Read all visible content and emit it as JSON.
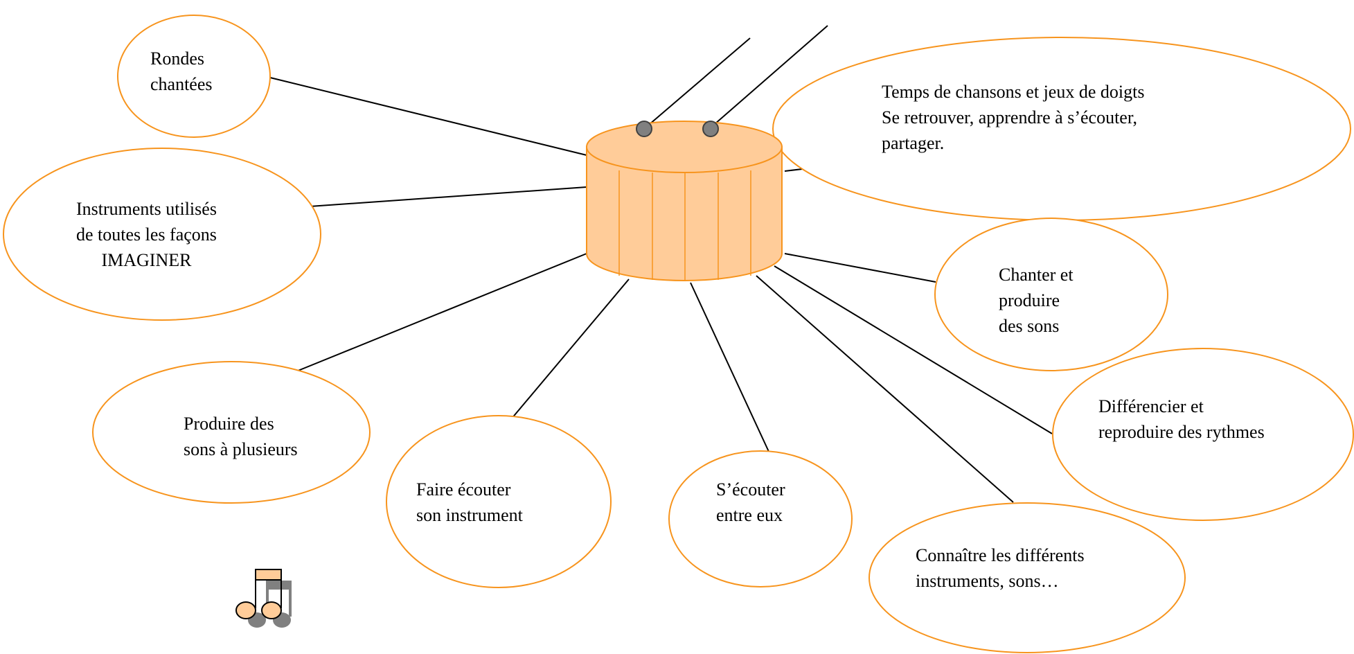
{
  "colors": {
    "outline": "#F7941D",
    "drum_fill": "#FFCC99",
    "drum_outline": "#F7941D",
    "connector": "#000000",
    "knob": "#808080",
    "note_fill": "#FFCC99",
    "note_shadow": "#808080"
  },
  "center": {
    "icon": "drum-icon"
  },
  "bubbles": [
    {
      "id": "rondes",
      "lines": [
        "Rondes",
        "chantées"
      ]
    },
    {
      "id": "instruments",
      "lines": [
        "Instruments utilisés",
        "de toutes les façons",
        "IMAGINER"
      ]
    },
    {
      "id": "temps",
      "lines": [
        "Temps de chansons et jeux de doigts",
        "Se retrouver, apprendre à s’écouter,",
        "partager."
      ]
    },
    {
      "id": "chanter",
      "lines": [
        "Chanter et",
        "produire",
        "des sons"
      ]
    },
    {
      "id": "differencier",
      "lines": [
        "Différencier et",
        "reproduire des rythmes"
      ]
    },
    {
      "id": "produire",
      "lines": [
        "Produire des",
        "sons à plusieurs"
      ]
    },
    {
      "id": "faire-ecouter",
      "lines": [
        "Faire écouter",
        "son instrument"
      ]
    },
    {
      "id": "s-ecouter",
      "lines": [
        "S’écouter",
        "entre eux"
      ]
    },
    {
      "id": "connaitre",
      "lines": [
        "Connaître les différents",
        "instruments, sons…"
      ]
    }
  ],
  "decoration": {
    "icon": "music-notes-icon"
  }
}
